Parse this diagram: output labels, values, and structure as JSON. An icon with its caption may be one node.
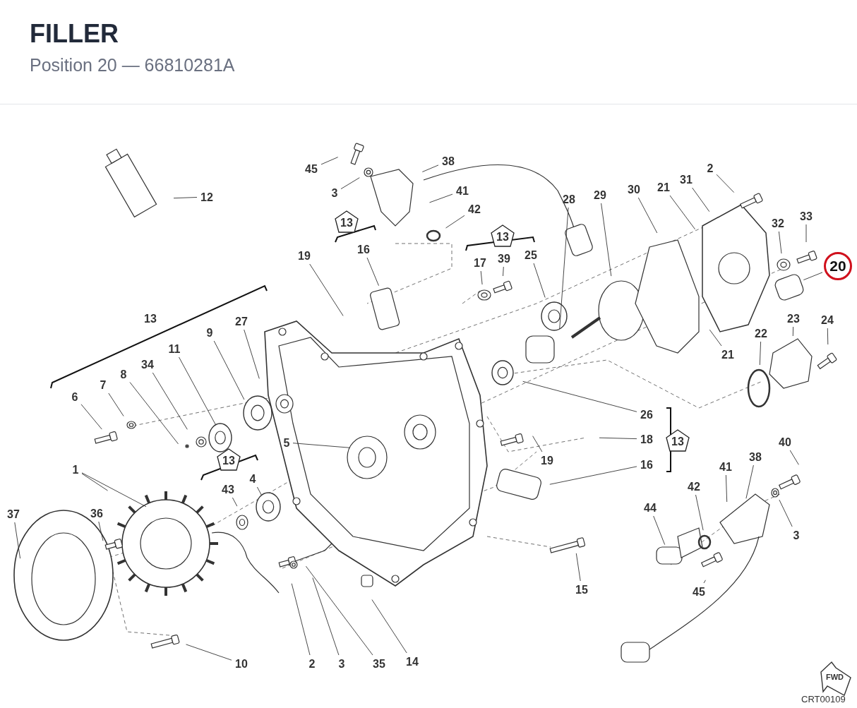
{
  "diagram": {
    "title": "FILLER",
    "nodes": [
      {
        "text": [
          "12"
        ]
      },
      {
        "text": [
          "45"
        ]
      },
      {
        "text": [
          "3"
        ]
      },
      {
        "text": [
          "38"
        ]
      },
      {
        "text": [
          "41"
        ]
      },
      {
        "text": [
          "42"
        ]
      },
      {
        "text": [
          "13"
        ]
      },
      {
        "text": [
          "16"
        ]
      },
      {
        "text": [
          "19"
        ]
      },
      {
        "text": [
          "13"
        ]
      },
      {
        "text": [
          "17"
        ]
      },
      {
        "text": [
          "39"
        ]
      },
      {
        "text": [
          "25"
        ]
      },
      {
        "text": [
          "28"
        ]
      },
      {
        "text": [
          "29"
        ]
      },
      {
        "text": [
          "30"
        ]
      },
      {
        "text": [
          "21"
        ]
      },
      {
        "text": [
          "31"
        ]
      },
      {
        "text": [
          "2"
        ]
      },
      {
        "text": [
          "32"
        ]
      },
      {
        "text": [
          "33"
        ]
      },
      {
        "text": [
          "20"
        ]
      },
      {
        "text": [
          "21"
        ]
      },
      {
        "text": [
          "22"
        ]
      },
      {
        "text": [
          "23"
        ]
      },
      {
        "text": [
          "24"
        ]
      },
      {
        "text": [
          "13"
        ]
      },
      {
        "text": [
          "27"
        ]
      },
      {
        "text": [
          "9"
        ]
      },
      {
        "text": [
          "11"
        ]
      },
      {
        "text": [
          "34"
        ]
      },
      {
        "text": [
          "8"
        ]
      },
      {
        "text": [
          "7"
        ]
      },
      {
        "text": [
          "6"
        ]
      },
      {
        "text": [
          "26"
        ]
      },
      {
        "text": [
          "18"
        ]
      },
      {
        "text": [
          "16"
        ]
      },
      {
        "text": [
          "13"
        ]
      },
      {
        "text": [
          "5"
        ]
      },
      {
        "text": [
          "19"
        ]
      },
      {
        "text": [
          "13"
        ]
      },
      {
        "text": [
          "43"
        ]
      },
      {
        "text": [
          "4"
        ]
      },
      {
        "text": [
          "1"
        ]
      },
      {
        "text": [
          "37"
        ]
      },
      {
        "text": [
          "36"
        ]
      },
      {
        "text": [
          "40"
        ]
      },
      {
        "text": [
          "41"
        ]
      },
      {
        "text": [
          "38"
        ]
      },
      {
        "text": [
          "42"
        ]
      },
      {
        "text": [
          "44"
        ]
      },
      {
        "text": [
          "3"
        ]
      },
      {
        "text": [
          "45"
        ]
      },
      {
        "text": [
          "15"
        ]
      },
      {
        "text": [
          "10"
        ]
      },
      {
        "text": [
          "2"
        ]
      },
      {
        "text": [
          "3"
        ]
      },
      {
        "text": [
          "35"
        ]
      },
      {
        "text": [
          "14"
        ]
      }
    ],
    "edges": [
      {
        "from": 0,
        "to": null,
        "arrow": "none"
      },
      {
        "from": 1,
        "to": null,
        "arrow": "none"
      },
      {
        "from": 2,
        "to": null,
        "arrow": "none"
      },
      {
        "from": 3,
        "to": null,
        "arrow": "none"
      },
      {
        "from": 4,
        "to": null,
        "arrow": "none"
      },
      {
        "from": 5,
        "to": null,
        "arrow": "none"
      },
      {
        "from": 7,
        "to": null,
        "arrow": "none"
      },
      {
        "from": 8,
        "to": null,
        "arrow": "none"
      },
      {
        "from": 10,
        "to": null,
        "arrow": "none"
      },
      {
        "from": 11,
        "to": null,
        "arrow": "none"
      },
      {
        "from": 12,
        "to": null,
        "arrow": "none"
      },
      {
        "from": 13,
        "to": null,
        "arrow": "none"
      },
      {
        "from": 14,
        "to": null,
        "arrow": "none"
      },
      {
        "from": 15,
        "to": null,
        "arrow": "none"
      },
      {
        "from": 16,
        "to": null,
        "arrow": "none"
      },
      {
        "from": 17,
        "to": null,
        "arrow": "none"
      },
      {
        "from": 18,
        "to": null,
        "arrow": "none"
      },
      {
        "from": 19,
        "to": null,
        "arrow": "none"
      },
      {
        "from": 20,
        "to": null,
        "arrow": "none"
      },
      {
        "from": 21,
        "to": null,
        "arrow": "none"
      },
      {
        "from": 22,
        "to": null,
        "arrow": "none"
      },
      {
        "from": 23,
        "to": null,
        "arrow": "none"
      },
      {
        "from": 24,
        "to": null,
        "arrow": "none"
      },
      {
        "from": 25,
        "to": null,
        "arrow": "none"
      },
      {
        "from": 27,
        "to": null,
        "arrow": "none"
      },
      {
        "from": 28,
        "to": null,
        "arrow": "none"
      },
      {
        "from": 29,
        "to": null,
        "arrow": "none"
      },
      {
        "from": 30,
        "to": null,
        "arrow": "none"
      },
      {
        "from": 31,
        "to": null,
        "arrow": "none"
      },
      {
        "from": 32,
        "to": null,
        "arrow": "none"
      },
      {
        "from": 33,
        "to": null,
        "arrow": "none"
      },
      {
        "from": 34,
        "to": null,
        "arrow": "none"
      },
      {
        "from": 35,
        "to": null,
        "arrow": "none"
      },
      {
        "from": 36,
        "to": null,
        "arrow": "none"
      },
      {
        "from": 38,
        "to": null,
        "arrow": "none"
      },
      {
        "from": 39,
        "to": null,
        "arrow": "none"
      },
      {
        "from": 41,
        "to": null,
        "arrow": "none"
      },
      {
        "from": 42,
        "to": null,
        "arrow": "none"
      },
      {
        "from": 43,
        "to": null,
        "arrow": "none"
      },
      {
        "from": 43,
        "to": null,
        "arrow": "none"
      },
      {
        "from": 44,
        "to": null,
        "arrow": "none"
      },
      {
        "from": 45,
        "to": null,
        "arrow": "none"
      },
      {
        "from": 46,
        "to": null,
        "arrow": "none"
      },
      {
        "from": 47,
        "to": null,
        "arrow": "none"
      },
      {
        "from": 48,
        "to": null,
        "arrow": "none"
      },
      {
        "from": 49,
        "to": null,
        "arrow": "none"
      },
      {
        "from": 50,
        "to": null,
        "arrow": "none"
      },
      {
        "from": 51,
        "to": null,
        "arrow": "none"
      },
      {
        "from": 52,
        "to": null,
        "arrow": "none"
      },
      {
        "from": 53,
        "to": null,
        "arrow": "none"
      },
      {
        "from": 54,
        "to": null,
        "arrow": "none"
      },
      {
        "from": 55,
        "to": null,
        "arrow": "none"
      },
      {
        "from": 56,
        "to": null,
        "arrow": "none"
      },
      {
        "from": 57,
        "to": null,
        "arrow": "none"
      },
      {
        "from": 58,
        "to": null,
        "arrow": "none"
      }
    ],
    "labels": [
      "Position 20 — 66810281A",
      "FWD",
      "CRT00109"
    ]
  }
}
